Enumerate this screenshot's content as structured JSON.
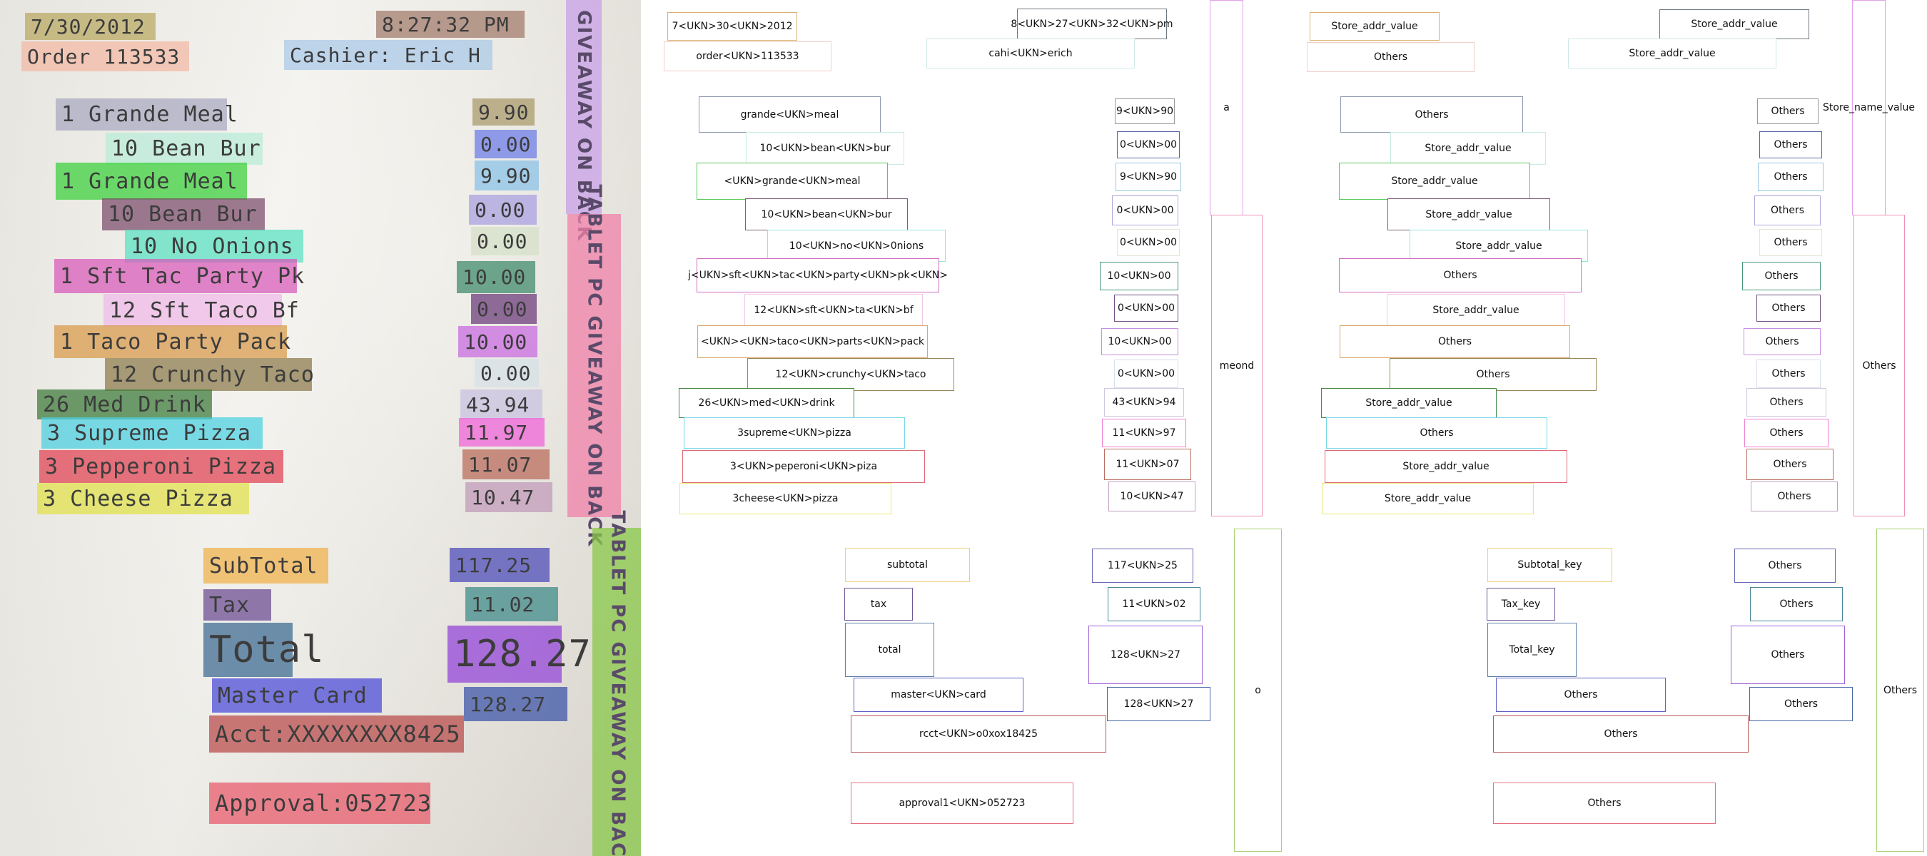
{
  "photo": {
    "highlights": [
      {
        "name": "receipt-date",
        "text": "7/30/2012",
        "color": "#b8a860"
      },
      {
        "name": "receipt-time",
        "text": "8:27:32 PM",
        "color": "#a07868"
      },
      {
        "name": "receipt-order",
        "text": "Order 113533",
        "color": "#f4b8a4"
      },
      {
        "name": "receipt-cashier",
        "text": "Cashier: Eric H",
        "color": "#a8c8e8"
      },
      {
        "name": "item-grande-meal",
        "text": "1 Grande Meal",
        "color": "#a8a8c0"
      },
      {
        "name": "price-grande-meal",
        "text": "9.90",
        "color": "#a89868"
      },
      {
        "name": "item-bean-bur",
        "text": "10 Bean Bur",
        "color": "#b8ecd8"
      },
      {
        "name": "price-bean-bur",
        "text": "0.00",
        "color": "#6a7ae8"
      },
      {
        "name": "item-grande-meal-2",
        "text": "1 Grande Meal",
        "color": "#38d038"
      },
      {
        "name": "price-grande-meal-2",
        "text": "9.90",
        "color": "#88c0e8"
      },
      {
        "name": "item-bean-bur-2",
        "text": "10 Bean Bur",
        "color": "#7a4a6a"
      },
      {
        "name": "price-bean-bur-2",
        "text": "0.00",
        "color": "#a8a0e0"
      },
      {
        "name": "item-no-onions",
        "text": "10 No Onions",
        "color": "#58e0c0"
      },
      {
        "name": "price-no-onions",
        "text": "0.00",
        "color": "#d4e0c8"
      },
      {
        "name": "item-taco-party-pk",
        "text": "1 Sft Tac Party Pk",
        "color": "#d858b8"
      },
      {
        "name": "price-taco-party-pk",
        "text": "10.00",
        "color": "#3a8868"
      },
      {
        "name": "item-sft-taco-bf",
        "text": "12 Sft Taco Bf",
        "color": "#f0b8e8"
      },
      {
        "name": "price-sft-taco-bf",
        "text": "0.00",
        "color": "#6a3878"
      },
      {
        "name": "item-taco-party-pack",
        "text": "1 Taco Party Pack",
        "color": "#d89848"
      },
      {
        "name": "price-taco-party-pack",
        "text": "10.00",
        "color": "#c868e0"
      },
      {
        "name": "item-crunchy-taco",
        "text": "12 Crunchy Taco",
        "color": "#8a7848"
      },
      {
        "name": "price-crunchy-taco",
        "text": "0.00",
        "color": "#d4e0e8"
      },
      {
        "name": "item-med-drink",
        "text": "26 Med Drink",
        "color": "#3a7838"
      },
      {
        "name": "price-med-drink",
        "text": "43.94",
        "color": "#c8c0e0"
      },
      {
        "name": "item-supreme-pizza",
        "text": "3 Supreme Pizza",
        "color": "#48d0e0"
      },
      {
        "name": "price-supreme-pizza",
        "text": "11.97",
        "color": "#f060d8"
      },
      {
        "name": "item-pepperoni-pizza",
        "text": "3 Pepperoni Pizza",
        "color": "#e04050"
      },
      {
        "name": "price-pepperoni-pizza",
        "text": "11.07",
        "color": "#b86858"
      },
      {
        "name": "item-cheese-pizza",
        "text": "3 Cheese Pizza",
        "color": "#e0e048"
      },
      {
        "name": "price-cheese-pizza",
        "text": "10.47",
        "color": "#c098b8"
      },
      {
        "name": "subtotal-label",
        "text": "SubTotal",
        "color": "#f0b048"
      },
      {
        "name": "subtotal-value",
        "text": "117.25",
        "color": "#4848b8"
      },
      {
        "name": "tax-label",
        "text": "Tax",
        "color": "#6a4890"
      },
      {
        "name": "tax-value",
        "text": "11.02",
        "color": "#3a8888"
      },
      {
        "name": "total-label",
        "text": "Total",
        "color": "#3a6890"
      },
      {
        "name": "total-value",
        "text": "128.27",
        "color": "#9040d8"
      },
      {
        "name": "payment-label",
        "text": "Master Card",
        "color": "#4848d8"
      },
      {
        "name": "payment-value",
        "text": "128.27",
        "color": "#3850a8"
      },
      {
        "name": "account-number",
        "text": "Acct:XXXXXXXX8425",
        "color": "#b84848"
      },
      {
        "name": "approval-code",
        "text": "Approval:052723",
        "color": "#e85868"
      }
    ],
    "vertical_labels": [
      {
        "name": "banner-1",
        "text": "PC GIVEAWAY ON BACK",
        "color": "#c8a0e8"
      },
      {
        "name": "banner-2",
        "text": "TABLET PC GIVEAWAY ON BACK",
        "color": "#f080a8"
      },
      {
        "name": "banner-3",
        "text": "TABLET PC GIVEAWAY ON BACK",
        "color": "#8ac848"
      }
    ]
  },
  "annotations": [
    {
      "name": "ocr-date",
      "text": "7<UKN>30<UKN>2012",
      "color": "#d8b070"
    },
    {
      "name": "ocr-time",
      "text": "8<UKN>27<UKN>32<UKN>pm",
      "color": "#707880"
    },
    {
      "name": "ocr-order",
      "text": "order<UKN>113533",
      "color": "#f0d0c8"
    },
    {
      "name": "ocr-cashier",
      "text": "cahi<UKN>erich",
      "color": "#d0e8e8"
    },
    {
      "name": "ocr-grande-meal",
      "text": "grande<UKN>meal",
      "color": "#9098b0"
    },
    {
      "name": "ocr-grande-meal-price",
      "text": "9<UKN>90",
      "color": "#9898a0"
    },
    {
      "name": "ocr-bean-bur",
      "text": "10<UKN>bean<UKN>bur",
      "color": "#c8ece0"
    },
    {
      "name": "ocr-bean-bur-price",
      "text": "0<UKN>00",
      "color": "#5868a8"
    },
    {
      "name": "ocr-grande-meal-2",
      "text": "<UKN>grande<UKN>meal",
      "color": "#58c858"
    },
    {
      "name": "ocr-grande-meal-2-price",
      "text": "9<UKN>90",
      "color": "#98c8e0"
    },
    {
      "name": "ocr-bean-bur-2",
      "text": "10<UKN>bean<UKN>bur",
      "color": "#806078"
    },
    {
      "name": "ocr-bean-bur-2-price",
      "text": "0<UKN>00",
      "color": "#b0a8d8"
    },
    {
      "name": "ocr-no-onions",
      "text": "10<UKN>no<UKN>0nions",
      "color": "#90e8d8"
    },
    {
      "name": "ocr-no-onions-price",
      "text": "0<UKN>00",
      "color": "#e0e8d8"
    },
    {
      "name": "ocr-taco-party-pk",
      "text": "j<UKN>sft<UKN>tac<UKN>party<UKN>pk<UKN>",
      "color": "#d070c0"
    },
    {
      "name": "ocr-taco-party-pk-price",
      "text": "10<UKN>00",
      "color": "#489878"
    },
    {
      "name": "ocr-sft-taco-bf",
      "text": "12<UKN>sft<UKN>ta<UKN>bf",
      "color": "#f0c8e8"
    },
    {
      "name": "ocr-sft-taco-bf-price",
      "text": "0<UKN>00",
      "color": "#705080"
    },
    {
      "name": "ocr-taco-party-pack",
      "text": "<UKN><UKN>taco<UKN>parts<UKN>pack",
      "color": "#d8a868"
    },
    {
      "name": "ocr-taco-party-pack-price",
      "text": "10<UKN>00",
      "color": "#c890e0"
    },
    {
      "name": "ocr-crunchy-taco",
      "text": "12<UKN>crunchy<UKN>taco",
      "color": "#988858"
    },
    {
      "name": "ocr-crunchy-taco-price",
      "text": "0<UKN>00",
      "color": "#d8e0e8"
    },
    {
      "name": "ocr-med-drink",
      "text": "26<UKN>med<UKN>drink",
      "color": "#488848"
    },
    {
      "name": "ocr-med-drink-price",
      "text": "43<UKN>94",
      "color": "#d0c8e0"
    },
    {
      "name": "ocr-supreme-pizza",
      "text": "3supreme<UKN>pizza",
      "color": "#78d8e8"
    },
    {
      "name": "ocr-supreme-pizza-price",
      "text": "11<UKN>97",
      "color": "#f080d8"
    },
    {
      "name": "ocr-pepperoni-pizza",
      "text": "3<UKN>peperoni<UKN>piza",
      "color": "#e06878"
    },
    {
      "name": "ocr-pepperoni-pizza-price",
      "text": "11<UKN>07",
      "color": "#b87060"
    },
    {
      "name": "ocr-cheese-pizza",
      "text": "3cheese<UKN>pizza",
      "color": "#e8e878"
    },
    {
      "name": "ocr-cheese-pizza-price",
      "text": "10<UKN>47",
      "color": "#c0a0c0"
    },
    {
      "name": "ocr-subtotal",
      "text": "subtotal",
      "color": "#f0d080"
    },
    {
      "name": "ocr-subtotal-value",
      "text": "117<UKN>25",
      "color": "#6868b8"
    },
    {
      "name": "ocr-tax",
      "text": "tax",
      "color": "#705898"
    },
    {
      "name": "ocr-tax-value",
      "text": "11<UKN>02",
      "color": "#488898"
    },
    {
      "name": "ocr-total",
      "text": "total",
      "color": "#6080a8"
    },
    {
      "name": "ocr-total-value",
      "text": "128<UKN>27",
      "color": "#a060d8"
    },
    {
      "name": "ocr-payment",
      "text": "master<UKN>card",
      "color": "#6060c8"
    },
    {
      "name": "ocr-payment-value",
      "text": "128<UKN>27",
      "color": "#4868a8"
    },
    {
      "name": "ocr-account",
      "text": "rcct<UKN>o0xox18425",
      "color": "#b85858"
    },
    {
      "name": "ocr-approval",
      "text": "approval1<UKN>052723",
      "color": "#e87080"
    },
    {
      "name": "ocr-banner-1",
      "text": "a",
      "color": "#e0a0e8"
    },
    {
      "name": "ocr-banner-2",
      "text": "meond",
      "color": "#f090b8"
    },
    {
      "name": "ocr-banner-3",
      "text": "o",
      "color": "#a8d070"
    },
    {
      "name": "cls-date",
      "text": "Store_addr_value",
      "color": "#d8b070"
    },
    {
      "name": "cls-time",
      "text": "Store_addr_value",
      "color": "#707880"
    },
    {
      "name": "cls-order",
      "text": "Others",
      "color": "#f0d0c8"
    },
    {
      "name": "cls-cashier",
      "text": "Store_addr_value",
      "color": "#d0e8e8"
    },
    {
      "name": "cls-grande-meal",
      "text": "Others",
      "color": "#9098b0"
    },
    {
      "name": "cls-grande-meal-price",
      "text": "Others",
      "color": "#9898a0"
    },
    {
      "name": "cls-bean-bur",
      "text": "Store_addr_value",
      "color": "#c8ece0"
    },
    {
      "name": "cls-bean-bur-price",
      "text": "Others",
      "color": "#5868a8"
    },
    {
      "name": "cls-grande-meal-2",
      "text": "Store_addr_value",
      "color": "#58c858"
    },
    {
      "name": "cls-grande-meal-2-price",
      "text": "Others",
      "color": "#98c8e0"
    },
    {
      "name": "cls-bean-bur-2",
      "text": "Store_addr_value",
      "color": "#806078"
    },
    {
      "name": "cls-bean-bur-2-price",
      "text": "Others",
      "color": "#b0a8d8"
    },
    {
      "name": "cls-no-onions",
      "text": "Store_addr_value",
      "color": "#90e8d8"
    },
    {
      "name": "cls-no-onions-price",
      "text": "Others",
      "color": "#e0e8d8"
    },
    {
      "name": "cls-taco-party-pk",
      "text": "Others",
      "color": "#d070c0"
    },
    {
      "name": "cls-taco-party-pk-price",
      "text": "Others",
      "color": "#489878"
    },
    {
      "name": "cls-sft-taco-bf",
      "text": "Store_addr_value",
      "color": "#f0c8e8"
    },
    {
      "name": "cls-sft-taco-bf-price",
      "text": "Others",
      "color": "#705080"
    },
    {
      "name": "cls-taco-party-pack",
      "text": "Others",
      "color": "#d8a868"
    },
    {
      "name": "cls-taco-party-pack-price",
      "text": "Others",
      "color": "#c890e0"
    },
    {
      "name": "cls-crunchy-taco",
      "text": "Others",
      "color": "#988858"
    },
    {
      "name": "cls-crunchy-taco-price",
      "text": "Others",
      "color": "#d8e0e8"
    },
    {
      "name": "cls-med-drink",
      "text": "Store_addr_value",
      "color": "#488848"
    },
    {
      "name": "cls-med-drink-price",
      "text": "Others",
      "color": "#d0c8e0"
    },
    {
      "name": "cls-supreme-pizza",
      "text": "Others",
      "color": "#78d8e8"
    },
    {
      "name": "cls-supreme-pizza-price",
      "text": "Others",
      "color": "#f080d8"
    },
    {
      "name": "cls-pepperoni-pizza",
      "text": "Store_addr_value",
      "color": "#e06878"
    },
    {
      "name": "cls-pepperoni-pizza-price",
      "text": "Others",
      "color": "#b87060"
    },
    {
      "name": "cls-cheese-pizza",
      "text": "Store_addr_value",
      "color": "#e8e878"
    },
    {
      "name": "cls-cheese-pizza-price",
      "text": "Others",
      "color": "#c0a0c0"
    },
    {
      "name": "cls-subtotal",
      "text": "Subtotal_key",
      "color": "#f0d080"
    },
    {
      "name": "cls-subtotal-value",
      "text": "Others",
      "color": "#6868b8"
    },
    {
      "name": "cls-tax",
      "text": "Tax_key",
      "color": "#705898"
    },
    {
      "name": "cls-tax-value",
      "text": "Others",
      "color": "#488898"
    },
    {
      "name": "cls-total",
      "text": "Total_key",
      "color": "#6080a8"
    },
    {
      "name": "cls-total-value",
      "text": "Others",
      "color": "#a060d8"
    },
    {
      "name": "cls-payment",
      "text": "Others",
      "color": "#6060c8"
    },
    {
      "name": "cls-payment-value",
      "text": "Others",
      "color": "#4868a8"
    },
    {
      "name": "cls-account",
      "text": "Others",
      "color": "#b85858"
    },
    {
      "name": "cls-approval",
      "text": "Others",
      "color": "#e87080"
    },
    {
      "name": "cls-banner-1",
      "text": "Store_name_value",
      "color": "#e0a0e8"
    },
    {
      "name": "cls-banner-2",
      "text": "Others",
      "color": "#f090b8"
    },
    {
      "name": "cls-banner-3",
      "text": "Others",
      "color": "#a8d070"
    }
  ]
}
